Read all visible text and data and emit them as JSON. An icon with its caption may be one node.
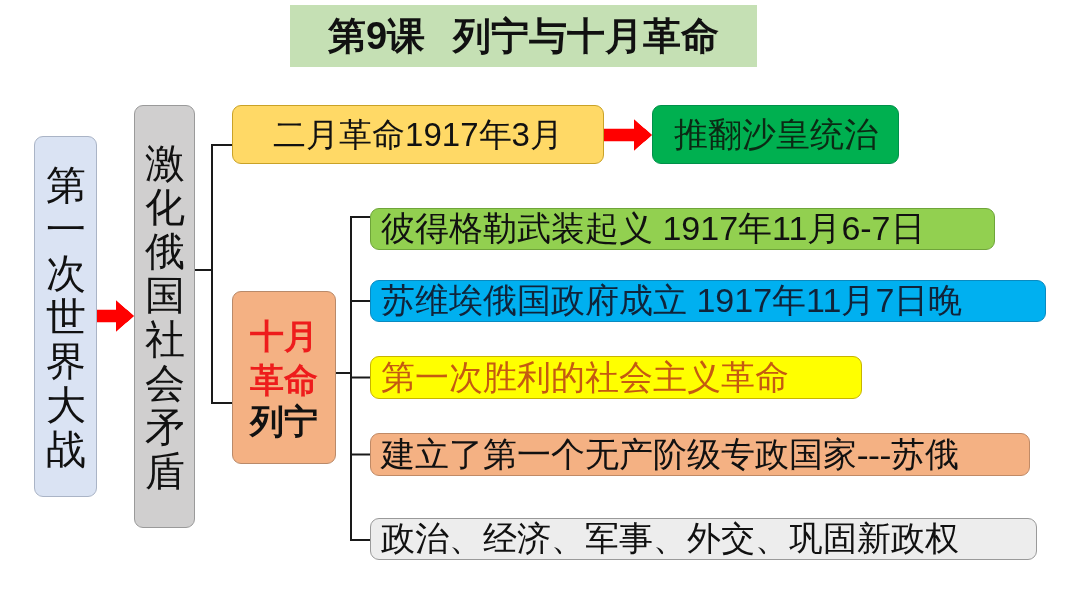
{
  "diagram": {
    "title": "第9课 列宁与十月革命",
    "nodes": [
      {
        "text": [
          "第一次世界大战"
        ]
      },
      {
        "text": [
          "激化俄国社会矛盾"
        ]
      },
      {
        "text": [
          "二月革命1917年3月"
        ]
      },
      {
        "text": [
          "推翻沙皇统治"
        ]
      },
      {
        "text": [
          "十月革命",
          "列宁"
        ]
      },
      {
        "text": [
          "彼得格勒武装起义 1917年11月6-7日"
        ]
      },
      {
        "text": [
          "苏维埃俄国政府成立 1917年11月7日晚"
        ]
      },
      {
        "text": [
          "第一次胜利的社会主义革命"
        ]
      },
      {
        "text": [
          "建立了第一个无产阶级专政国家---苏俄"
        ]
      },
      {
        "text": [
          "政治、经济、军事、外交、巩固新政权"
        ]
      }
    ],
    "edges": [
      {
        "from": 0,
        "to": 1,
        "arrow": "to",
        "style": "thick",
        "color": "#ff0000"
      },
      {
        "from": 1,
        "to": 2,
        "arrow": "none"
      },
      {
        "from": 1,
        "to": 4,
        "arrow": "none"
      },
      {
        "from": 2,
        "to": 3,
        "arrow": "to",
        "style": "thick",
        "color": "#ff0000"
      },
      {
        "from": 4,
        "to": 5,
        "arrow": "none"
      },
      {
        "from": 4,
        "to": 6,
        "arrow": "none"
      },
      {
        "from": 4,
        "to": 7,
        "arrow": "none"
      },
      {
        "from": 4,
        "to": 8,
        "arrow": "none"
      },
      {
        "from": 4,
        "to": 9,
        "arrow": "none"
      }
    ]
  }
}
